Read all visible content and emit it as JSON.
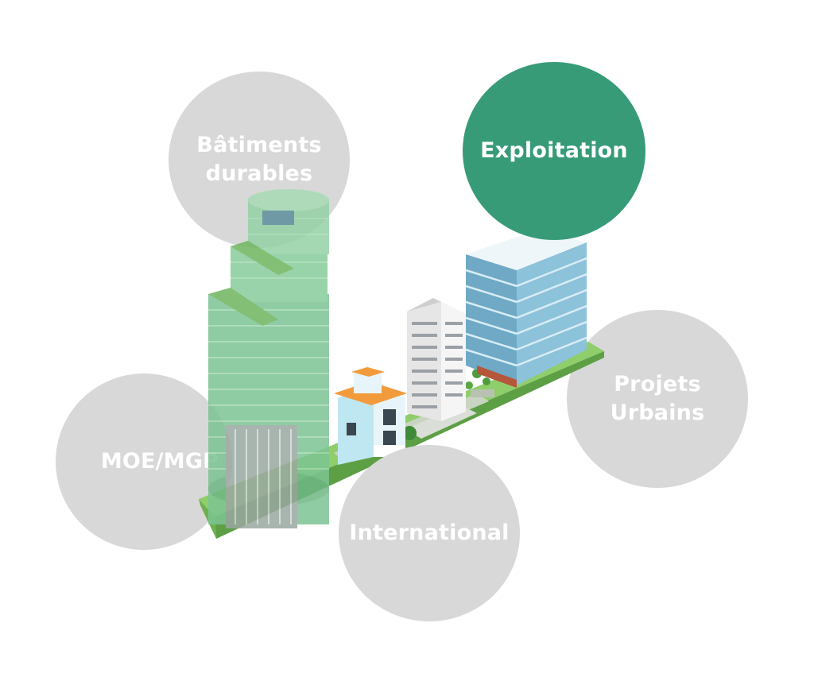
{
  "bubbles": {
    "batiments": {
      "label": "Bâtiments\ndurables"
    },
    "exploitation": {
      "label": "Exploitation"
    },
    "projets": {
      "label": "Projets\nUrbains"
    },
    "moe": {
      "label": "MOE/MGP"
    },
    "international": {
      "label": "International"
    }
  },
  "colors": {
    "active": "#379b78",
    "inactive": "#d8d8d8",
    "label": "#ffffff"
  },
  "illustration": "isometric-city-block"
}
